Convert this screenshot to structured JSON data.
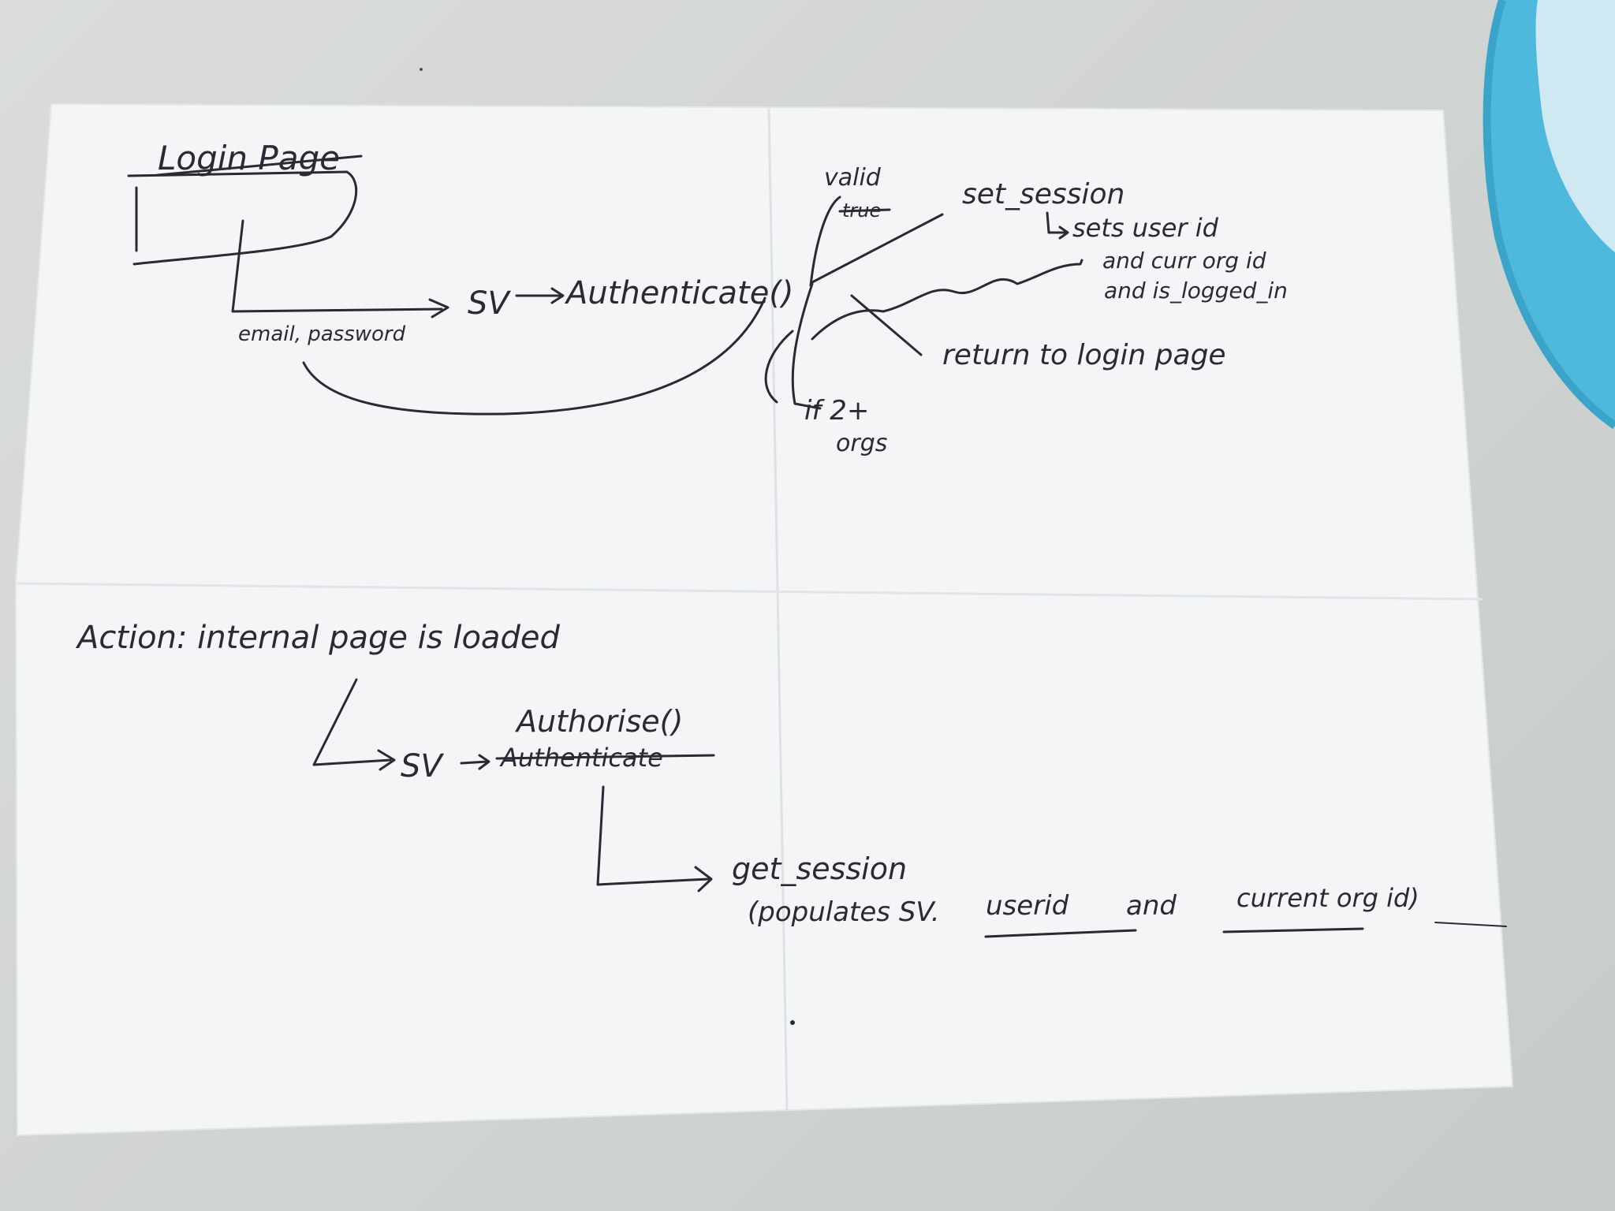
{
  "colors": {
    "paper": "#f4f6f7",
    "ink": "#2a2a34",
    "background": "#d2d5d3",
    "towel": "#4fb9dd"
  },
  "sketch": {
    "login_page": "Login Page",
    "email_password": "email, password",
    "sv_1": "SV",
    "authenticate": "Authenticate()",
    "valid": "valid",
    "true_struck": "true",
    "set_session": "set_session",
    "sets_user_id": "sets user id",
    "and_curr_org_id": "and curr org id",
    "and_is_logged_in": "and is_logged_in",
    "return_to_login": "return to login page",
    "if_2_orgs_line1": "if 2+",
    "if_2_orgs_line2": "orgs",
    "action_internal": "Action: internal page is loaded",
    "sv_2": "SV",
    "authorise": "Authorise()",
    "authenticate_struck": "Authenticate",
    "get_session": "get_session",
    "populates_prefix": "(populates SV.",
    "userid": "userid",
    "populates_and": "and",
    "current_org_id": "current org id)"
  }
}
